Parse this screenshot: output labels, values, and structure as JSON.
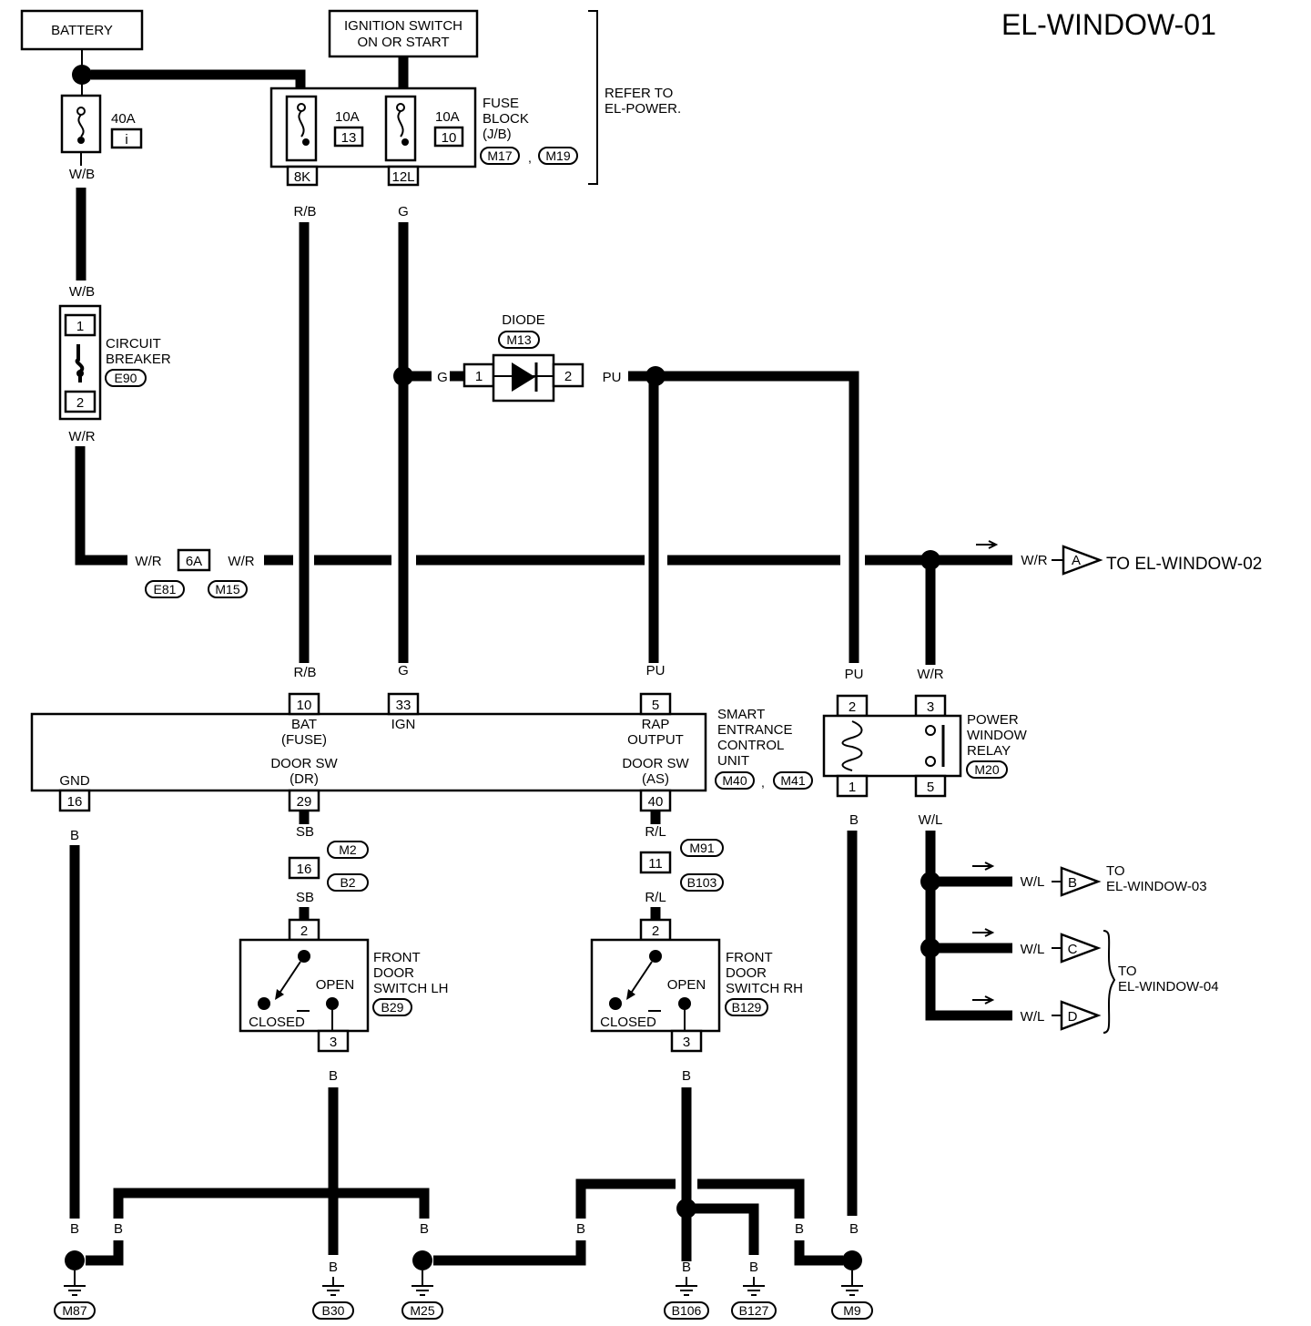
{
  "title": "EL-WINDOW-01",
  "battery": "BATTERY",
  "ignition": [
    "IGNITION SWITCH",
    "ON OR START"
  ],
  "fuse_40a": {
    "rating": "40A",
    "id": "i"
  },
  "fuse_13": {
    "rating": "10A",
    "id": "13",
    "pin": "8K"
  },
  "fuse_10": {
    "rating": "10A",
    "id": "10",
    "pin": "12L"
  },
  "fuse_block": {
    "lines": [
      "FUSE",
      "BLOCK",
      "(J/B)"
    ],
    "conn1": "M17",
    "sep": ",",
    "conn2": "M19"
  },
  "refer": [
    "REFER TO",
    "EL-POWER."
  ],
  "circuit_breaker": {
    "lines": [
      "CIRCUIT",
      "BREAKER"
    ],
    "conn": "E90",
    "pin_top": "1",
    "pin_bottom": "2"
  },
  "diode": {
    "label": "DIODE",
    "conn": "M13",
    "pin1": "1",
    "pin2": "2"
  },
  "joint": {
    "pin": "6A",
    "conn_left": "E81",
    "conn_right": "M15"
  },
  "wires": {
    "wb": "W/B",
    "wr": "W/R",
    "rb": "R/B",
    "g": "G",
    "pu": "PU",
    "sb": "SB",
    "rl": "R/L",
    "b": "B",
    "wl": "W/L"
  },
  "to_window02": {
    "letter": "A",
    "text": "TO EL-WINDOW-02"
  },
  "to_window03": {
    "letter": "B",
    "lines": [
      "TO",
      "EL-WINDOW-03"
    ]
  },
  "to_window04": {
    "letters": [
      "C",
      "D"
    ],
    "lines": [
      "TO",
      "EL-WINDOW-04"
    ]
  },
  "secu": {
    "lines": [
      "SMART",
      "ENTRANCE",
      "CONTROL",
      "UNIT"
    ],
    "conn1": "M40",
    "sep": ",",
    "conn2": "M41",
    "pins": {
      "bat": "10",
      "ign": "33",
      "rap": "5",
      "gnd": "16",
      "dr": "29",
      "as": "40"
    },
    "bat": [
      "BAT",
      "(FUSE)"
    ],
    "ign": "IGN",
    "rap": [
      "RAP",
      "OUTPUT"
    ],
    "gnd": "GND",
    "door_dr": [
      "DOOR SW",
      "(DR)"
    ],
    "door_as": [
      "DOOR SW",
      "(AS)"
    ]
  },
  "relay": {
    "lines": [
      "POWER",
      "WINDOW",
      "RELAY"
    ],
    "conn": "M20",
    "pins": [
      "2",
      "3",
      "1",
      "5"
    ]
  },
  "conn_lh": {
    "pin": "16",
    "c1": "M2",
    "c2": "B2"
  },
  "conn_rh": {
    "pin": "11",
    "c1": "M91",
    "c2": "B103"
  },
  "switch_lh": {
    "lines": [
      "FRONT",
      "DOOR",
      "SWITCH LH"
    ],
    "conn": "B29",
    "open": "OPEN",
    "closed": "CLOSED",
    "pin_top": "2",
    "pin_bottom": "3"
  },
  "switch_rh": {
    "lines": [
      "FRONT",
      "DOOR",
      "SWITCH RH"
    ],
    "conn": "B129",
    "open": "OPEN",
    "closed": "CLOSED",
    "pin_top": "2",
    "pin_bottom": "3"
  },
  "grounds": [
    "M87",
    "B30",
    "M25",
    "B106",
    "B127",
    "M9"
  ]
}
